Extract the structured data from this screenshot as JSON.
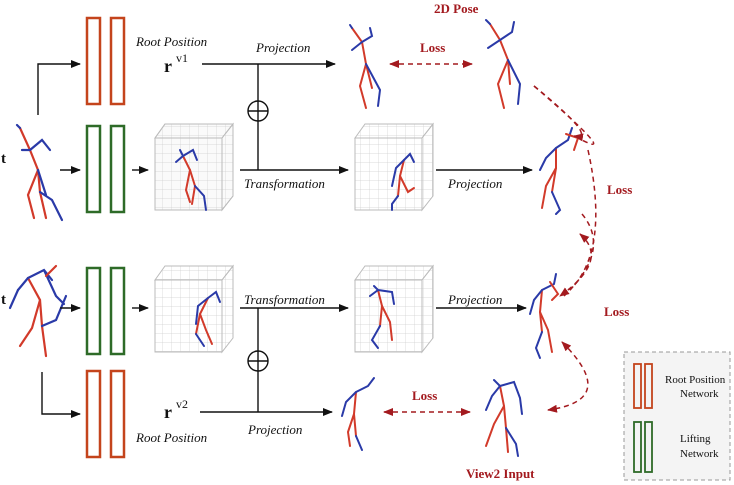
{
  "colors": {
    "root_network": "#c4441c",
    "lifting_network": "#2e6b28",
    "loss": "#a31a1f",
    "pose_blue": "#2a3aa8",
    "pose_red": "#d23a2a",
    "arrow": "#111111"
  },
  "labels": {
    "top_title": "2D Pose",
    "bottom_title": "View2 Input",
    "root_position_top": "Root Position",
    "root_position_bottom": "Root Position",
    "r_symbol": "r",
    "r_v1_sup": "v1",
    "r_v2_sup": "v2",
    "projection_top": "Projection",
    "projection_mid_top": "Projection",
    "projection_mid_bottom": "Projection",
    "projection_bottom": "Projection",
    "transformation_top": "Transformation",
    "transformation_bottom": "Transformation",
    "input_top": "t",
    "input_bottom": "t",
    "loss_top": "Loss",
    "loss_bottom": "Loss",
    "loss_right_upper": "Loss",
    "loss_right_lower": "Loss"
  },
  "legend": {
    "root_line1": "Root Position",
    "root_line2": "Network",
    "lift_line1": "Lifting",
    "lift_line2": "Network"
  }
}
